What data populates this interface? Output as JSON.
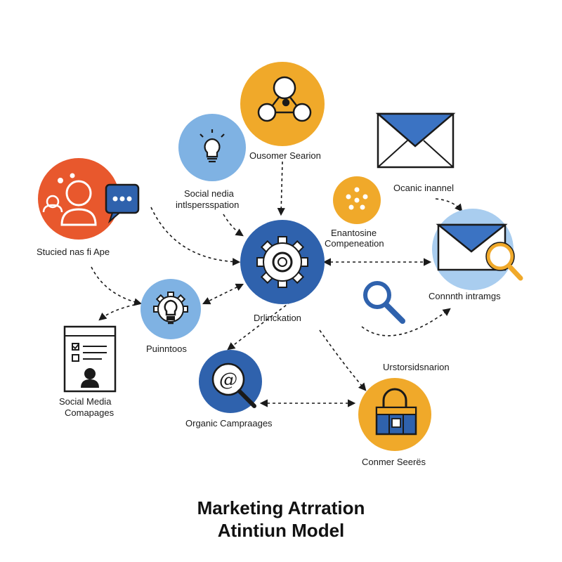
{
  "colors": {
    "orange_red": "#e8582d",
    "amber": "#f0a92a",
    "light_blue": "#7fb2e3",
    "royal_blue": "#2f62ad",
    "ink": "#1a1a1a"
  },
  "nodes": [
    {
      "id": "customer",
      "label": "Ousomer Searion",
      "icon": "molecule-icon"
    },
    {
      "id": "social-media-inspiration",
      "label_lines": [
        "Social nedia",
        "intlspersspation"
      ],
      "icon": "lightbulb-icon"
    },
    {
      "id": "studied",
      "label": "Stucied nas fi Ape",
      "icon": "user-chat-icon"
    },
    {
      "id": "email-top",
      "label": "",
      "icon": "envelope-icon"
    },
    {
      "id": "oceanic-channel",
      "label": "Ocanic inannel",
      "icon": "none"
    },
    {
      "id": "enantosine",
      "label_lines": [
        "Enantosine",
        "Compeneation"
      ],
      "icon": "dots-icon"
    },
    {
      "id": "conversion",
      "label": "Connnth intramgs",
      "icon": "envelope-search-icon"
    },
    {
      "id": "hub",
      "label": "Drlinckation",
      "icon": "gear-icon"
    },
    {
      "id": "puinntoos",
      "label": "Puinntoos",
      "icon": "gear-bulb-icon"
    },
    {
      "id": "social-campaigns",
      "label_lines": [
        "Social Media",
        "Comapages"
      ],
      "icon": "document-icon"
    },
    {
      "id": "organic",
      "label": "Organic Campraages",
      "icon": "at-search-icon"
    },
    {
      "id": "search",
      "label": "",
      "icon": "magnifier-icon"
    },
    {
      "id": "understanding",
      "label": "Urstorsidsnarion",
      "icon": "none"
    },
    {
      "id": "commerce",
      "label": "Conmer Seerës",
      "icon": "store-icon"
    }
  ],
  "title_lines": [
    "Marketing Atrration",
    "Atintiun Model"
  ]
}
